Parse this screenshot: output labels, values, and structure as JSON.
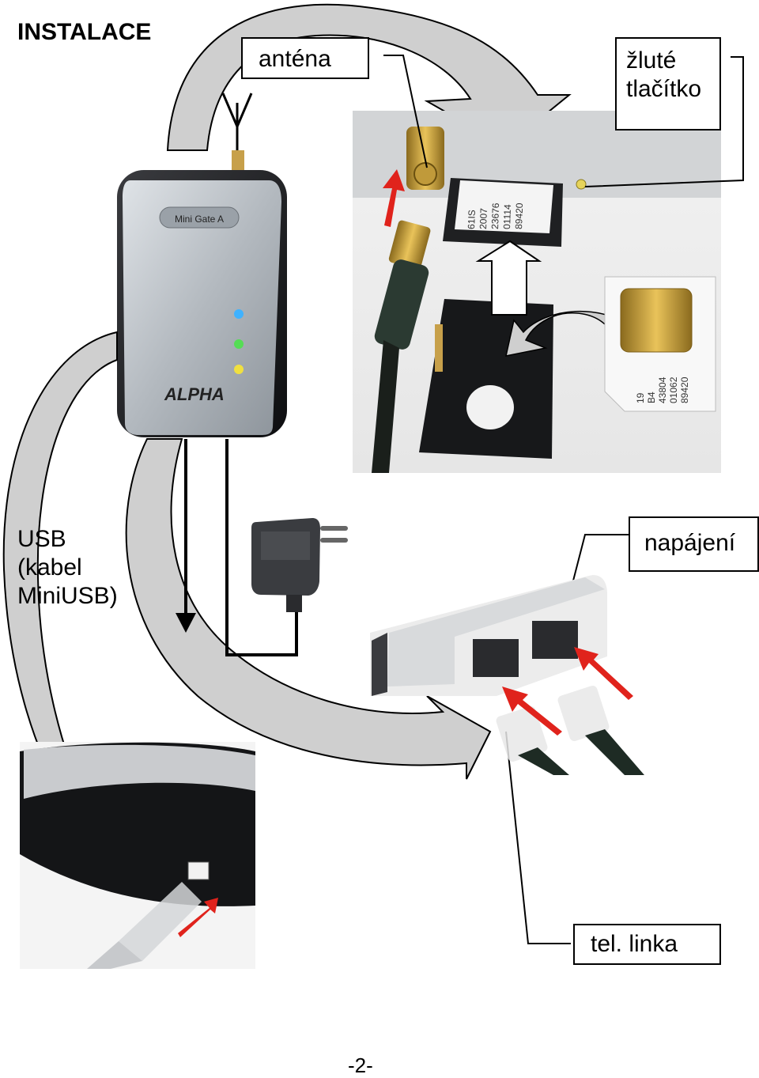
{
  "page": {
    "title": "INSTALACE",
    "page_number": "-2-"
  },
  "labels": {
    "antena": "anténa",
    "zlute_line1": "žluté",
    "zlute_line2": "tlačítko",
    "usb_line1": "USB",
    "usb_line2": "(kabel",
    "usb_line3": "MiniUSB)",
    "napajeni": "napájení",
    "tel_linka": "tel. linka"
  },
  "device": {
    "logo": "ALPHA",
    "model_badge": "Mini Gate A"
  },
  "sim_card": {
    "tray_lines": [
      "89420",
      "01114",
      "23676",
      "2007",
      "61IS"
    ],
    "card_lines": [
      "89420",
      "01062",
      "43804",
      "B4",
      "19"
    ]
  },
  "colors": {
    "arrow_gray": "#cfcfcf",
    "red_arrow": "#e0231c",
    "device_silver": "#b9bec4",
    "device_black": "#1c1d20",
    "led_blue": "#3fb2ff",
    "led_green": "#55dd55",
    "led_yellow": "#f0e040"
  }
}
